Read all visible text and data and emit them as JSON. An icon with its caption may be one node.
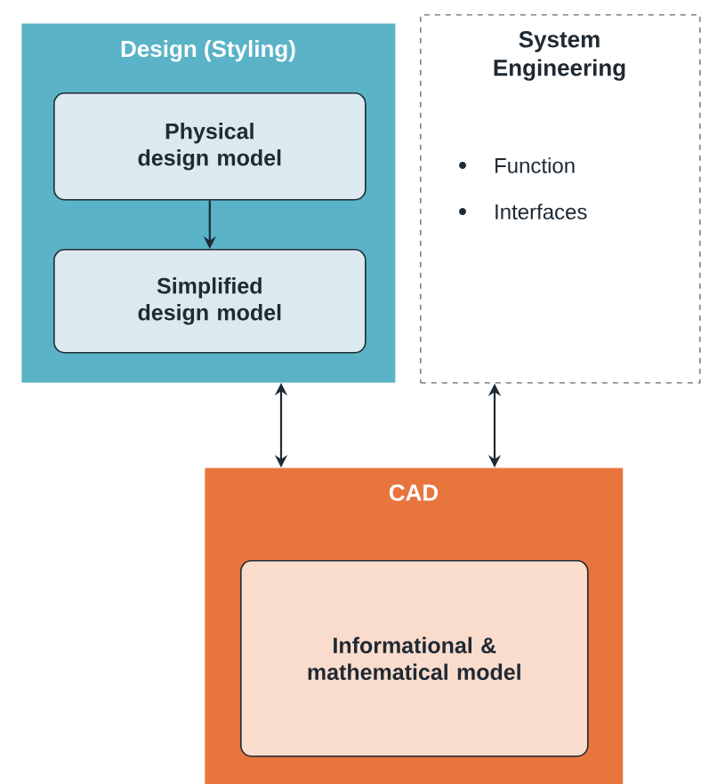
{
  "diagram": {
    "nodes": [
      {
        "text": [
          "Design (Styling)"
        ]
      },
      {
        "text": [
          "Physical design model"
        ],
        "in": 0
      },
      {
        "text": [
          "Simplified design model"
        ],
        "in": 0
      },
      {
        "text": [
          "System Engineering",
          "Function",
          "Interfaces"
        ]
      },
      {
        "text": [
          "CAD"
        ]
      },
      {
        "text": [
          "Informational & mathematical model"
        ],
        "in": 4
      }
    ],
    "edges": [
      {
        "from": 1,
        "to": 2,
        "arrow": "to"
      },
      {
        "from": 0,
        "to": 4,
        "arrow": "both"
      },
      {
        "from": 3,
        "to": 4,
        "arrow": "both"
      }
    ]
  }
}
